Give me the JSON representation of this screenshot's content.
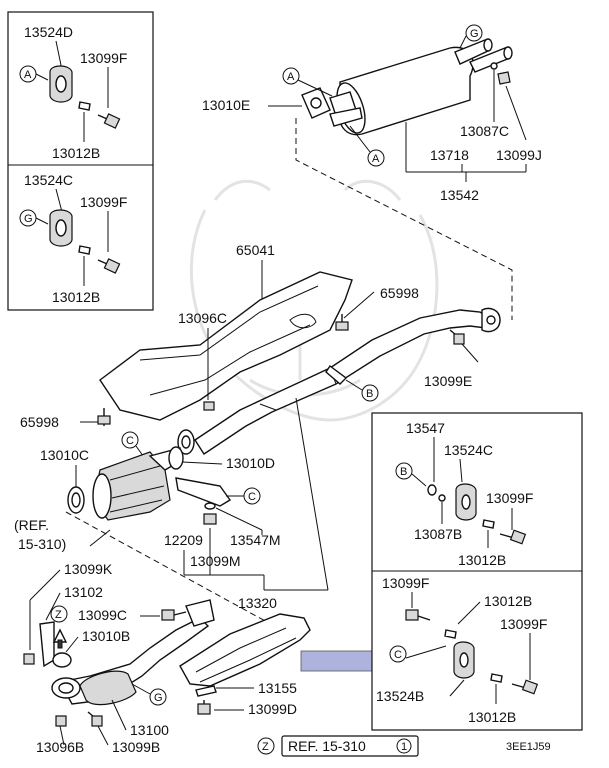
{
  "labels": {
    "p13524D": "13524D",
    "p13099F_a": "13099F",
    "p13012B_a": "13012B",
    "p13524C_a": "13524C",
    "p13099F_b": "13099F",
    "p13012B_b": "13012B",
    "p13010E": "13010E",
    "p13087C": "13087C",
    "p13718": "13718",
    "p13099J": "13099J",
    "p13542": "13542",
    "p65041": "65041",
    "p13096C": "13096C",
    "p65998_a": "65998",
    "p13099E": "13099E",
    "p65998_b": "65998",
    "p13010C": "13010C",
    "p13010D": "13010D",
    "ref1": "(REF.",
    "ref1b": "15-310)",
    "p12209": "12209",
    "p13547M": "13547M",
    "p13099M": "13099M",
    "p13320": "13320",
    "p13099K": "13099K",
    "p13102": "13102",
    "p13099C": "13099C",
    "p13010B": "13010B",
    "p13155": "13155",
    "p13099D": "13099D",
    "p13100": "13100",
    "p13096B": "13096B",
    "p13099B": "13099B",
    "p13547": "13547",
    "p13524C_c": "13524C",
    "p13099F_c": "13099F",
    "p13087B": "13087B",
    "p13012B_c": "13012B",
    "p13099F_d": "13099F",
    "p13012B_d": "13012B",
    "p13099F_e": "13099F",
    "p13524B": "13524B",
    "p13012B_e": "13012B",
    "ref2": "REF. 15-310",
    "ref2_num": "1",
    "ref2_z": "Z",
    "code": "3EE1J59"
  },
  "callouts": {
    "A": "A",
    "G": "G",
    "B": "B",
    "C": "C",
    "Z": "Z"
  },
  "colors": {
    "highlight": "#aeb3dd",
    "ink": "#111111"
  }
}
